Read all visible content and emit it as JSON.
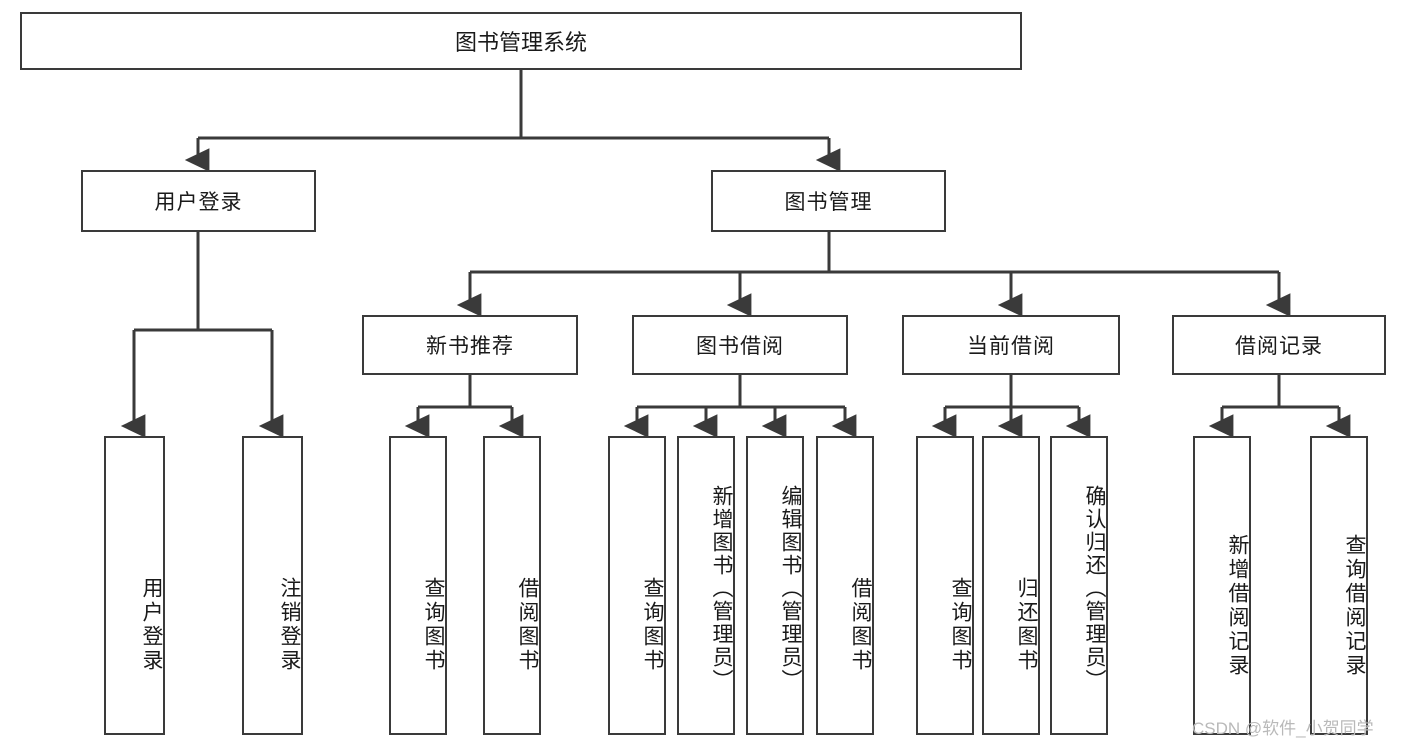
{
  "diagram": {
    "type": "tree",
    "title": "图书管理系统",
    "root": {
      "label": "图书管理系统"
    },
    "level2": [
      {
        "label": "用户登录"
      },
      {
        "label": "图书管理"
      }
    ],
    "level3": [
      {
        "label": "新书推荐"
      },
      {
        "label": "图书借阅"
      },
      {
        "label": "当前借阅"
      },
      {
        "label": "借阅记录"
      }
    ],
    "leaves": {
      "user_login": [
        {
          "label": "用户登录"
        },
        {
          "label": "注销登录"
        }
      ],
      "new_book_recommend": [
        {
          "label": "查询图书"
        },
        {
          "label": "借阅图书"
        }
      ],
      "book_borrow": [
        {
          "label": "查询图书"
        },
        {
          "label": "新增图书（管理员）"
        },
        {
          "label": "编辑图书（管理员）"
        },
        {
          "label": "借阅图书"
        }
      ],
      "current_borrow": [
        {
          "label": "查询图书"
        },
        {
          "label": "归还图书"
        },
        {
          "label": "确认归还（管理员）"
        }
      ],
      "borrow_record": [
        {
          "label": "新增借阅记录"
        },
        {
          "label": "查询借阅记录"
        }
      ]
    }
  },
  "watermark": {
    "text": "CSDN @软件_小贺同学"
  },
  "colors": {
    "stroke": "#3a3a3a",
    "background": "#ffffff",
    "text": "#1a1a1a",
    "watermark": "#b9b9b9"
  }
}
